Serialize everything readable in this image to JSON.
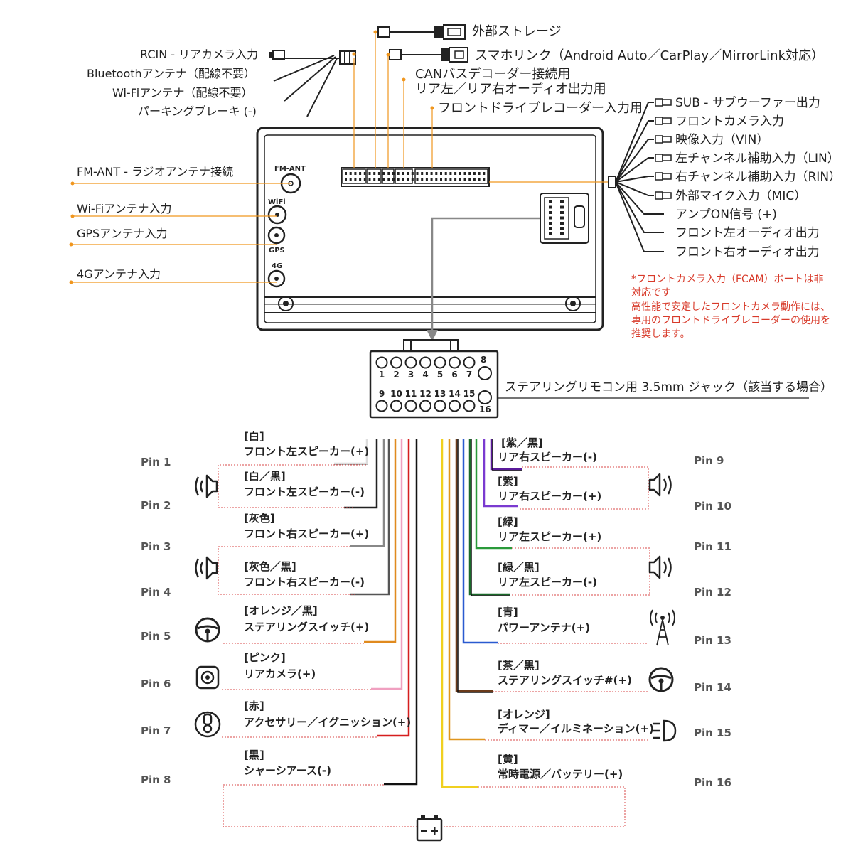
{
  "top_connectors": {
    "rcin": "RCIN - リアカメラ入力",
    "bt": "Bluetoothアンテナ（配線不要）",
    "wifi_ant": "Wi-Fiアンテナ（配線不要）",
    "parking": "パーキングブレーキ (-)",
    "storage": "外部ストレージ",
    "smartlink": "スマホリンク（Android Auto／CarPlay／MirrorLink対応）",
    "canbus_1": "CANバスデコーダー接続用",
    "canbus_2": "リア左／リア右オーディオ出力用",
    "front_dvr": "フロントドライブレコーダー入力用"
  },
  "left_antennas": {
    "fm": "FM-ANT - ラジオアンテナ接続",
    "wifi": "Wi-Fiアンテナ入力",
    "gps": "GPSアンテナ入力",
    "lte": "4Gアンテナ入力"
  },
  "head_unit": {
    "fm_label": "FM-ANT",
    "wifi_label": "WiFi",
    "gps_label": "GPS",
    "lte_label": "4G"
  },
  "right_outputs": [
    "SUB - サブウーファー出力",
    "フロントカメラ入力",
    "映像入力（VIN）",
    "左チャンネル補助入力（LIN）",
    "右チャンネル補助入力（RIN）",
    "外部マイク入力（MIC）",
    "アンプON信号 (+)",
    "フロント左オーディオ出力",
    "フロント右オーディオ出力"
  ],
  "note": {
    "line1": "*フロントカメラ入力（FCAM）ポートは非",
    "line2": "対応です",
    "line3": "高性能で安定したフロントカメラ動作には、",
    "line4": "専用のフロントドライブレコーダーの使用を",
    "line5": "推奨します。"
  },
  "connector16": {
    "top_nums": [
      "1",
      "2",
      "3",
      "4",
      "5",
      "6",
      "7"
    ],
    "top_right": "8",
    "bottom_nums": [
      "9",
      "10",
      "11",
      "12",
      "13",
      "14",
      "15"
    ],
    "bottom_right": "16",
    "label": "ステアリングリモコン用 3.5mm ジャック（該当する場合）"
  },
  "pins_left": [
    {
      "pin": "Pin 1",
      "color_label": "[白]",
      "func": "フロント左スピーカー(+)",
      "wire": "#dddddd"
    },
    {
      "pin": "Pin 2",
      "color_label": "[白／黒]",
      "func": "フロント左スピーカー(-)",
      "wire": "#222222"
    },
    {
      "pin": "Pin 3",
      "color_label": "[灰色]",
      "func": "フロント右スピーカー(+)",
      "wire": "#888888"
    },
    {
      "pin": "Pin 4",
      "color_label": "[灰色／黒]",
      "func": "フロント右スピーカー(-)",
      "wire": "#555555"
    },
    {
      "pin": "Pin 5",
      "color_label": "[オレンジ／黒]",
      "func": "ステアリングスイッチ(+)",
      "wire": "#e08a1e"
    },
    {
      "pin": "Pin 6",
      "color_label": "[ピンク]",
      "func": "リアカメラ(+)",
      "wire": "#f0a0c0"
    },
    {
      "pin": "Pin 7",
      "color_label": "[赤]",
      "func": "アクセサリー／イグニッション(+)",
      "wire": "#d61e1e"
    },
    {
      "pin": "Pin 8",
      "color_label": "[黒]",
      "func": "シャーシアース(-)",
      "wire": "#111111"
    }
  ],
  "pins_right": [
    {
      "pin": "Pin 9",
      "color_label": "[紫／黒]",
      "func": "リア右スピーカー(-)",
      "wire": "#5a1a9a"
    },
    {
      "pin": "Pin 10",
      "color_label": "[紫]",
      "func": "リア右スピーカー(+)",
      "wire": "#7a3ad0"
    },
    {
      "pin": "Pin 11",
      "color_label": "[緑]",
      "func": "リア左スピーカー(+)",
      "wire": "#2a9a3a"
    },
    {
      "pin": "Pin 12",
      "color_label": "[緑／黒]",
      "func": "リア左スピーカー(-)",
      "wire": "#1a6a2a"
    },
    {
      "pin": "Pin 13",
      "color_label": "[青]",
      "func": "パワーアンテナ(+)",
      "wire": "#2a5ad0"
    },
    {
      "pin": "Pin 14",
      "color_label": "[茶／黒]",
      "func": "ステアリングスイッチ#(+)",
      "wire": "#6a3a1a"
    },
    {
      "pin": "Pin 15",
      "color_label": "[オレンジ]",
      "func": "ディマー／イルミネーション(+)",
      "wire": "#e0961e"
    },
    {
      "pin": "Pin 16",
      "color_label": "[黄]",
      "func": "常時電源／バッテリー(+)",
      "wire": "#f0d020"
    }
  ],
  "colors": {
    "accent": "#f0961e",
    "line": "#222222",
    "note": "#d83a2a",
    "dotted": "#d84a4a"
  }
}
